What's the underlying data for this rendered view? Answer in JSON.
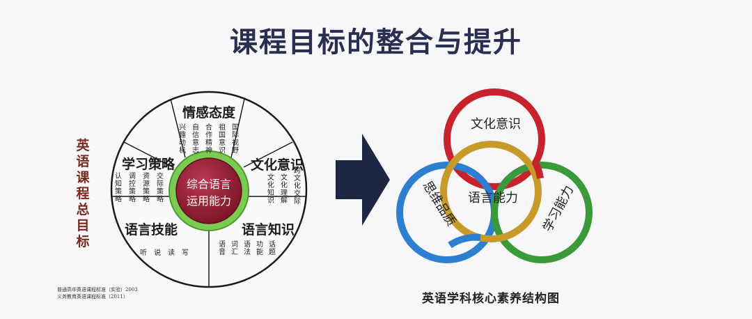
{
  "title": "课程目标的整合与提升",
  "left_vertical_label": "英语课程总目标",
  "center_text": [
    "综合语言",
    "运用能力"
  ],
  "sections": {
    "affect": {
      "title": "情感态度",
      "items": [
        "兴趣动机",
        "自信意志",
        "合作精神",
        "祖国意识",
        "国际视野"
      ]
    },
    "strategy": {
      "title": "学习策略",
      "items": [
        "认知策略",
        "调控策略",
        "资源策略",
        "交际策略"
      ]
    },
    "culture": {
      "title": "文化意识",
      "items": [
        "文化知识",
        "文化理解",
        "跨文化交际"
      ]
    },
    "skills": {
      "title": "语言技能",
      "items": [
        "听",
        "说",
        "读",
        "写"
      ]
    },
    "knowledge": {
      "title": "语言知识",
      "items": [
        "语音",
        "词汇",
        "语法",
        "功能",
        "话题"
      ]
    }
  },
  "sources": [
    "普通高中英语课程标准（实验）2003",
    "义务教育英语课程标准（2011）"
  ],
  "rings": {
    "culture": "文化意识",
    "language": "语言能力",
    "thinking": "思维品质",
    "learning": "学习能力"
  },
  "caption": "英语学科核心素养结构图",
  "colors": {
    "title": "#2a2f52",
    "center": "#8e1e32",
    "green_ring": "#6cc24a",
    "arrow": "#1e2742",
    "ring_red": "#c8232c",
    "ring_gold": "#c79a2a",
    "ring_blue": "#2f7fd1",
    "ring_green": "#3a9a3a"
  }
}
